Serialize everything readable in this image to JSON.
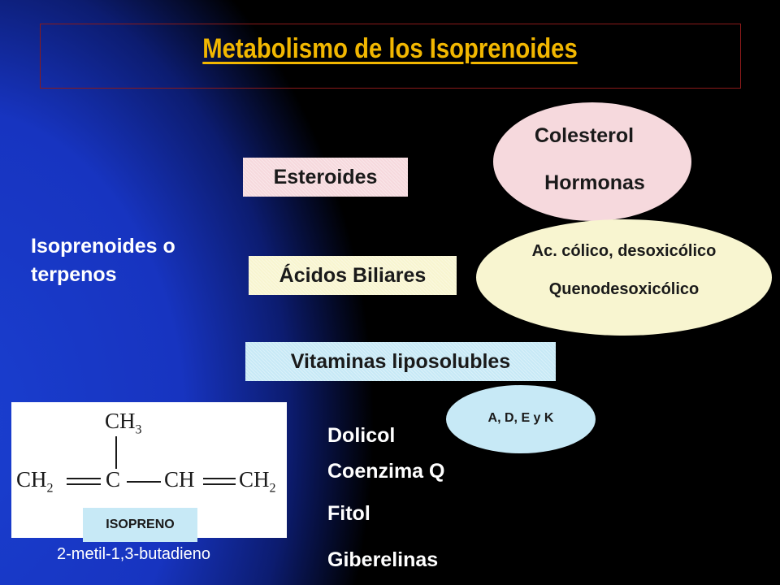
{
  "title": "Metabolismo de los Isoprenoides",
  "left_label": {
    "line1": "Isoprenoides o",
    "line2": "terpenos"
  },
  "boxes": {
    "esteroides": "Esteroides",
    "acidos": "Ácidos Biliares",
    "vitaminas": "Vitaminas liposolubles"
  },
  "ellipses": {
    "esteroides": {
      "line1": "Colesterol",
      "line2": "Hormonas"
    },
    "acidos": {
      "line1": "Ac. cólico, desoxicólico",
      "line2": "Quenodesoxicólico"
    },
    "vitaminas": {
      "line1": "A, D, E y K"
    }
  },
  "other_items": [
    "Dolicol",
    "Coenzima Q",
    "Fitol",
    "Giberelinas"
  ],
  "structure": {
    "ch3": "CH",
    "ch3_sub": "3",
    "ch2_left": "CH",
    "ch2_left_sub": "2",
    "c": "C",
    "ch": "CH",
    "ch2_right": "CH",
    "ch2_right_sub": "2",
    "label": "ISOPRENO",
    "iupac_name": "2-metil-1,3-butadieno"
  }
}
